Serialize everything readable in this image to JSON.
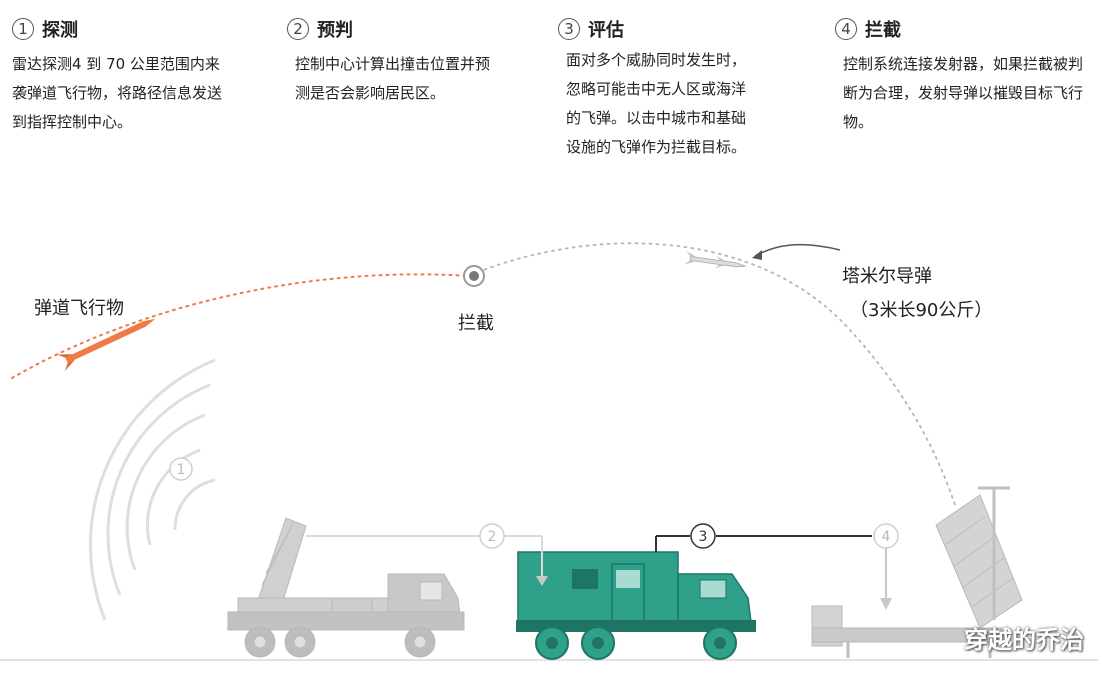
{
  "steps": [
    {
      "num": "1",
      "title": "探测",
      "body": "雷达探测4 到 70 公里范围内来袭弹道飞行物，将路径信息发送到指挥控制中心。"
    },
    {
      "num": "2",
      "title": "预判",
      "body": "控制中心计算出撞击位置并预测是否会影响居民区。"
    },
    {
      "num": "3",
      "title": "评估",
      "body": "面对多个威胁同时发生时，忽略可能击中无人区或海洋的飞弹。以击中城市和基础设施的飞弹作为拦截目标。"
    },
    {
      "num": "4",
      "title": "拦截",
      "body": "控制系统连接发射器，如果拦截被判断为合理，发射导弹以摧毁目标飞行物。"
    }
  ],
  "labels": {
    "ballistic": "弹道飞行物",
    "intercept": "拦截",
    "tamir": "塔米尔导弹",
    "tamir_spec": "（3米长90公斤）"
  },
  "diagram_numbers": {
    "radar": "1",
    "link_2": "2",
    "link_3": "3",
    "link_4": "4"
  },
  "colors": {
    "accent": "#ef7a43",
    "truck": "#2fa08a",
    "truck_dark": "#1f7565",
    "grey": "#c9c9c9",
    "grey_dark": "#a9a9a9"
  },
  "watermark": "穿越的乔治"
}
